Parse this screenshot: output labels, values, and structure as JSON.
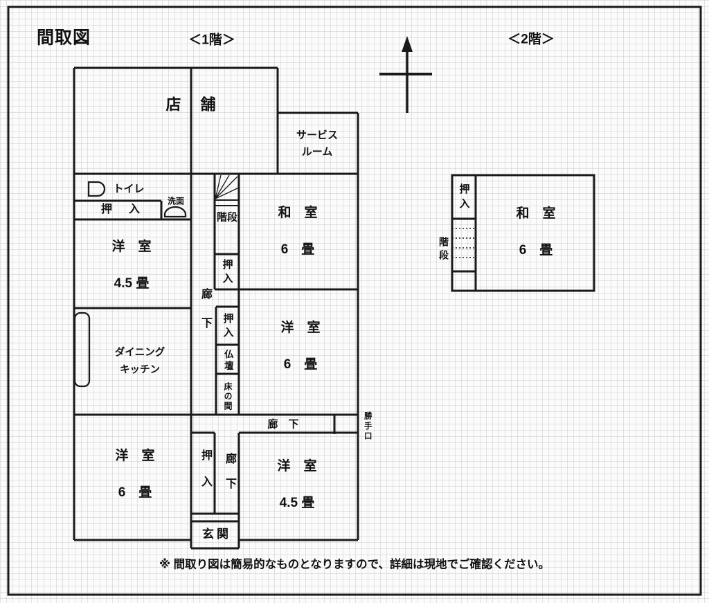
{
  "title": "間取図",
  "floor1_heading": "＜1階＞",
  "floor2_heading": "＜2階＞",
  "caption": "※ 間取り図は簡易的なものとなりますので、詳細は現地でご確認ください。",
  "colors": {
    "wall": "#1a1a1a",
    "text": "#111111",
    "grid": "#b2b2b2",
    "background": "#fbfbfb"
  },
  "icons": {
    "north_arrow": "north-arrow",
    "toilet": "toilet-bowl",
    "washbasin": "sink",
    "stairs_fan": "winder-stairs",
    "door_panel": "door-panel",
    "stair_treads": "dotted-treads"
  },
  "floor1": {
    "shop": "店　舗",
    "service_room": "サービス\nルーム",
    "toilet": "トイレ",
    "washbasin": "洗面",
    "closet_upper": "押　入",
    "west45_upper": {
      "label": "洋　室",
      "size": "4.5 畳"
    },
    "dining": "ダイニング\nキッチン",
    "west6_left": {
      "label": "洋　室",
      "size": "6　畳"
    },
    "jp6": {
      "label": "和　室",
      "size": "6　畳"
    },
    "west6_mid": {
      "label": "洋　室",
      "size": "6　畳"
    },
    "west45_lower": {
      "label": "洋　室",
      "size": "4.5 畳"
    },
    "stairs": "階段",
    "closet_stairs": "押入",
    "corridor_v": "廊下",
    "closet_mid": "押入",
    "butsudan": "仏壇",
    "tokonoma": "床の間",
    "closet_low": "押入",
    "corridor_low": "廊下",
    "corridor_h": "廊　下",
    "back_door": "勝手口",
    "entrance": "玄関"
  },
  "floor2": {
    "closet": "押入",
    "stairs": "階段",
    "jp6": {
      "label": "和　室",
      "size": "6　畳"
    }
  }
}
